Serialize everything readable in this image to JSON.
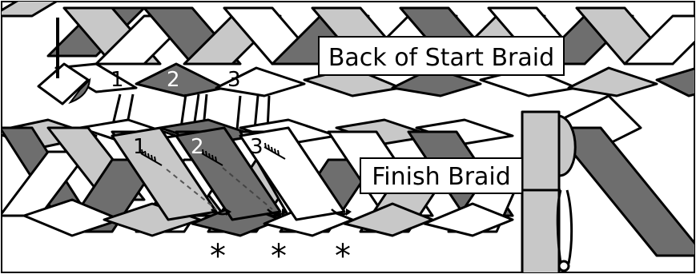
{
  "labels": {
    "back_braid": "Back of Start Braid",
    "finish_braid": "Finish Braid"
  },
  "strand_numbers_top": [
    "1",
    "2",
    "3"
  ],
  "strand_numbers_bottom": [
    "1",
    "2",
    "3"
  ],
  "asterisks": [
    "*",
    "*",
    "*"
  ],
  "colors": {
    "dark_strand": "#6e6e6e",
    "light_strand": "#c8c8c8",
    "white_strand": "#ffffff",
    "outline": "#000000"
  }
}
